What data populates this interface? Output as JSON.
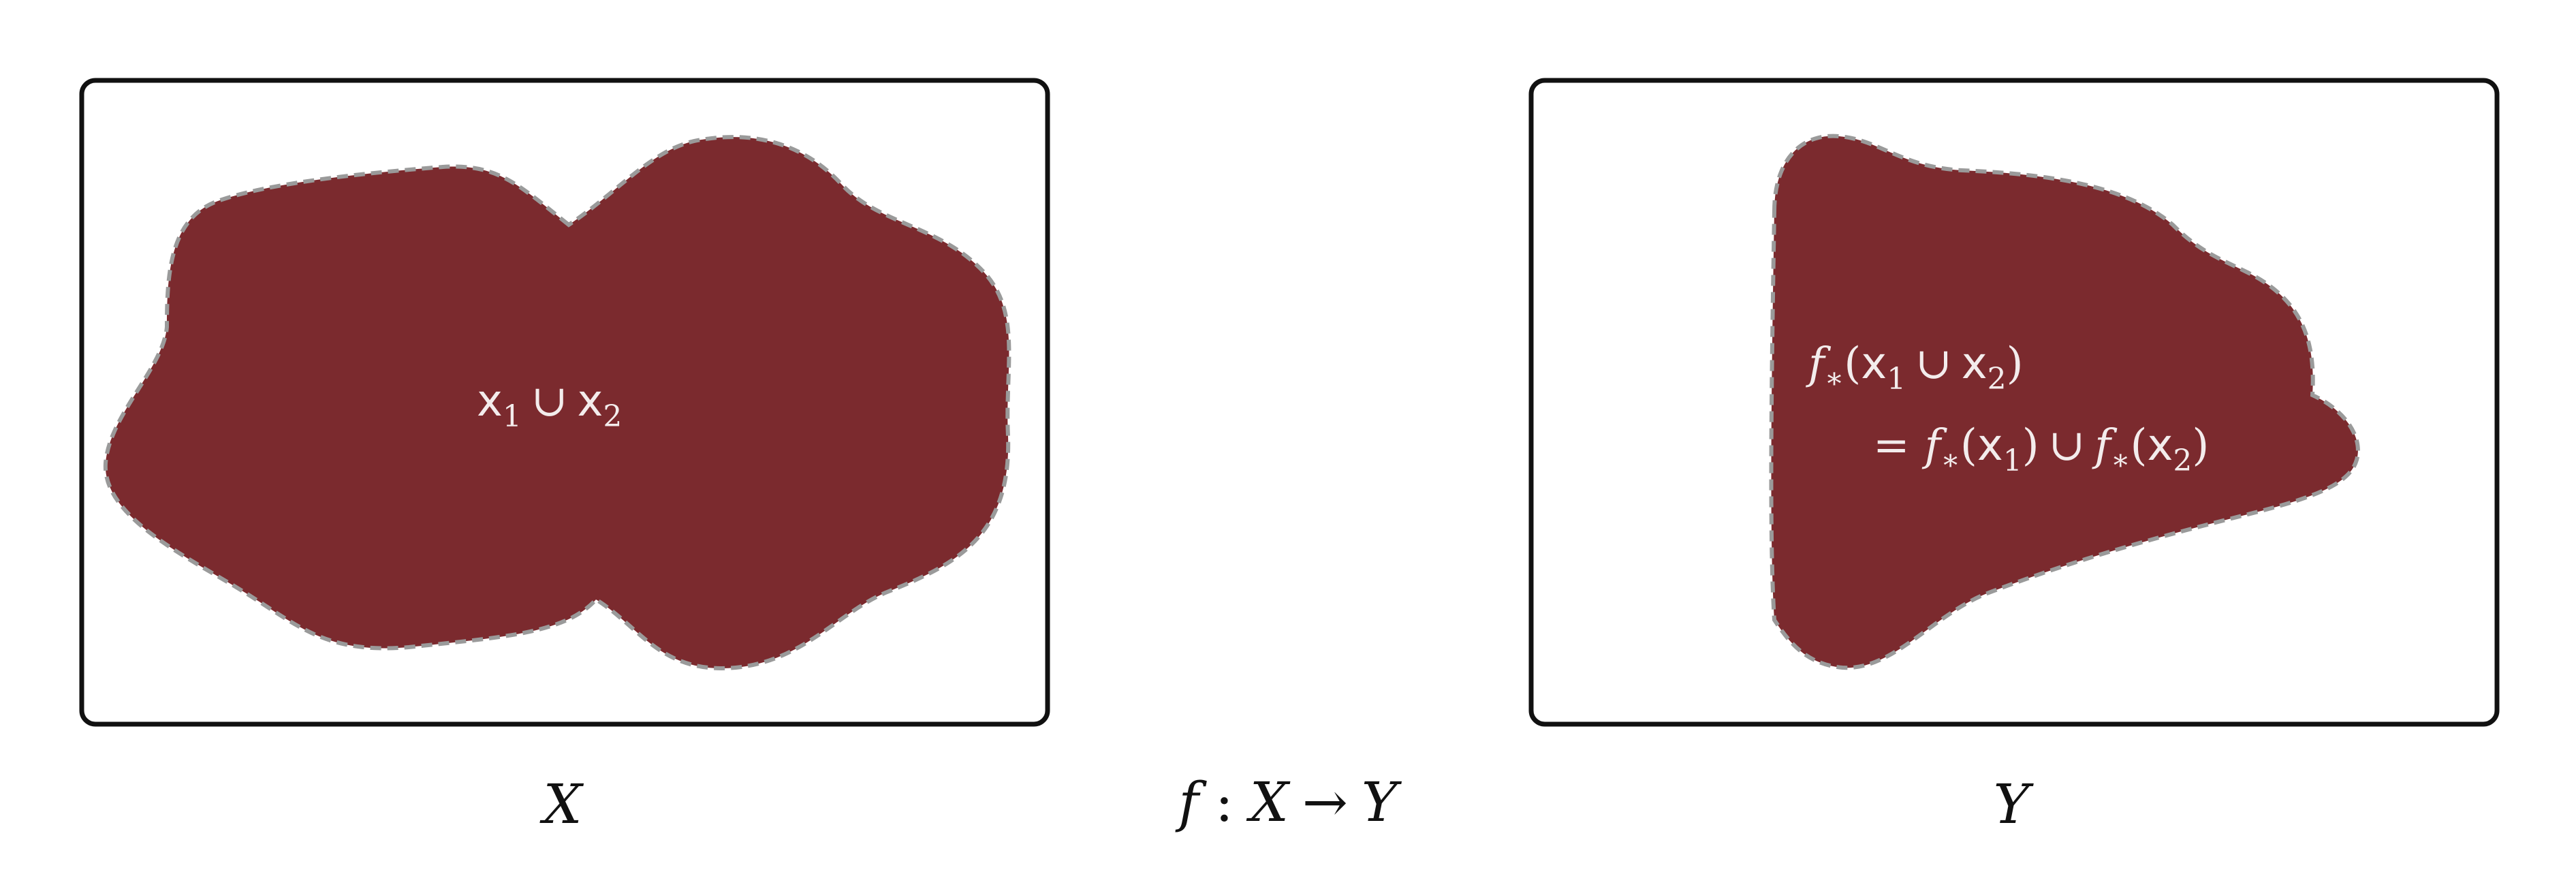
{
  "diagram": {
    "fill_color": "#7b2a2e",
    "outline_color": "#9a9a9a",
    "frame_color": "#111111",
    "text_color": "#f3ecec",
    "left": {
      "set_label": "X",
      "region_label": {
        "x": "x",
        "sub1": "1",
        "cup": "∪",
        "sub2": "2"
      }
    },
    "right": {
      "set_label": "Y",
      "line1": {
        "f": "f",
        "star": "∗",
        "open": "(",
        "x": "x",
        "sub1": "1",
        "cup": "∪",
        "sub2": "2",
        "close": ")"
      },
      "line2": {
        "eq": "=",
        "f": "f",
        "star": "∗",
        "open": "(",
        "x": "x",
        "sub1": "1",
        "close": ")",
        "cup": "∪",
        "sub2": "2"
      }
    },
    "map_label": {
      "f": "f",
      "colon": ":",
      "domain": "X",
      "arrow": "→",
      "codomain": "Y"
    }
  }
}
